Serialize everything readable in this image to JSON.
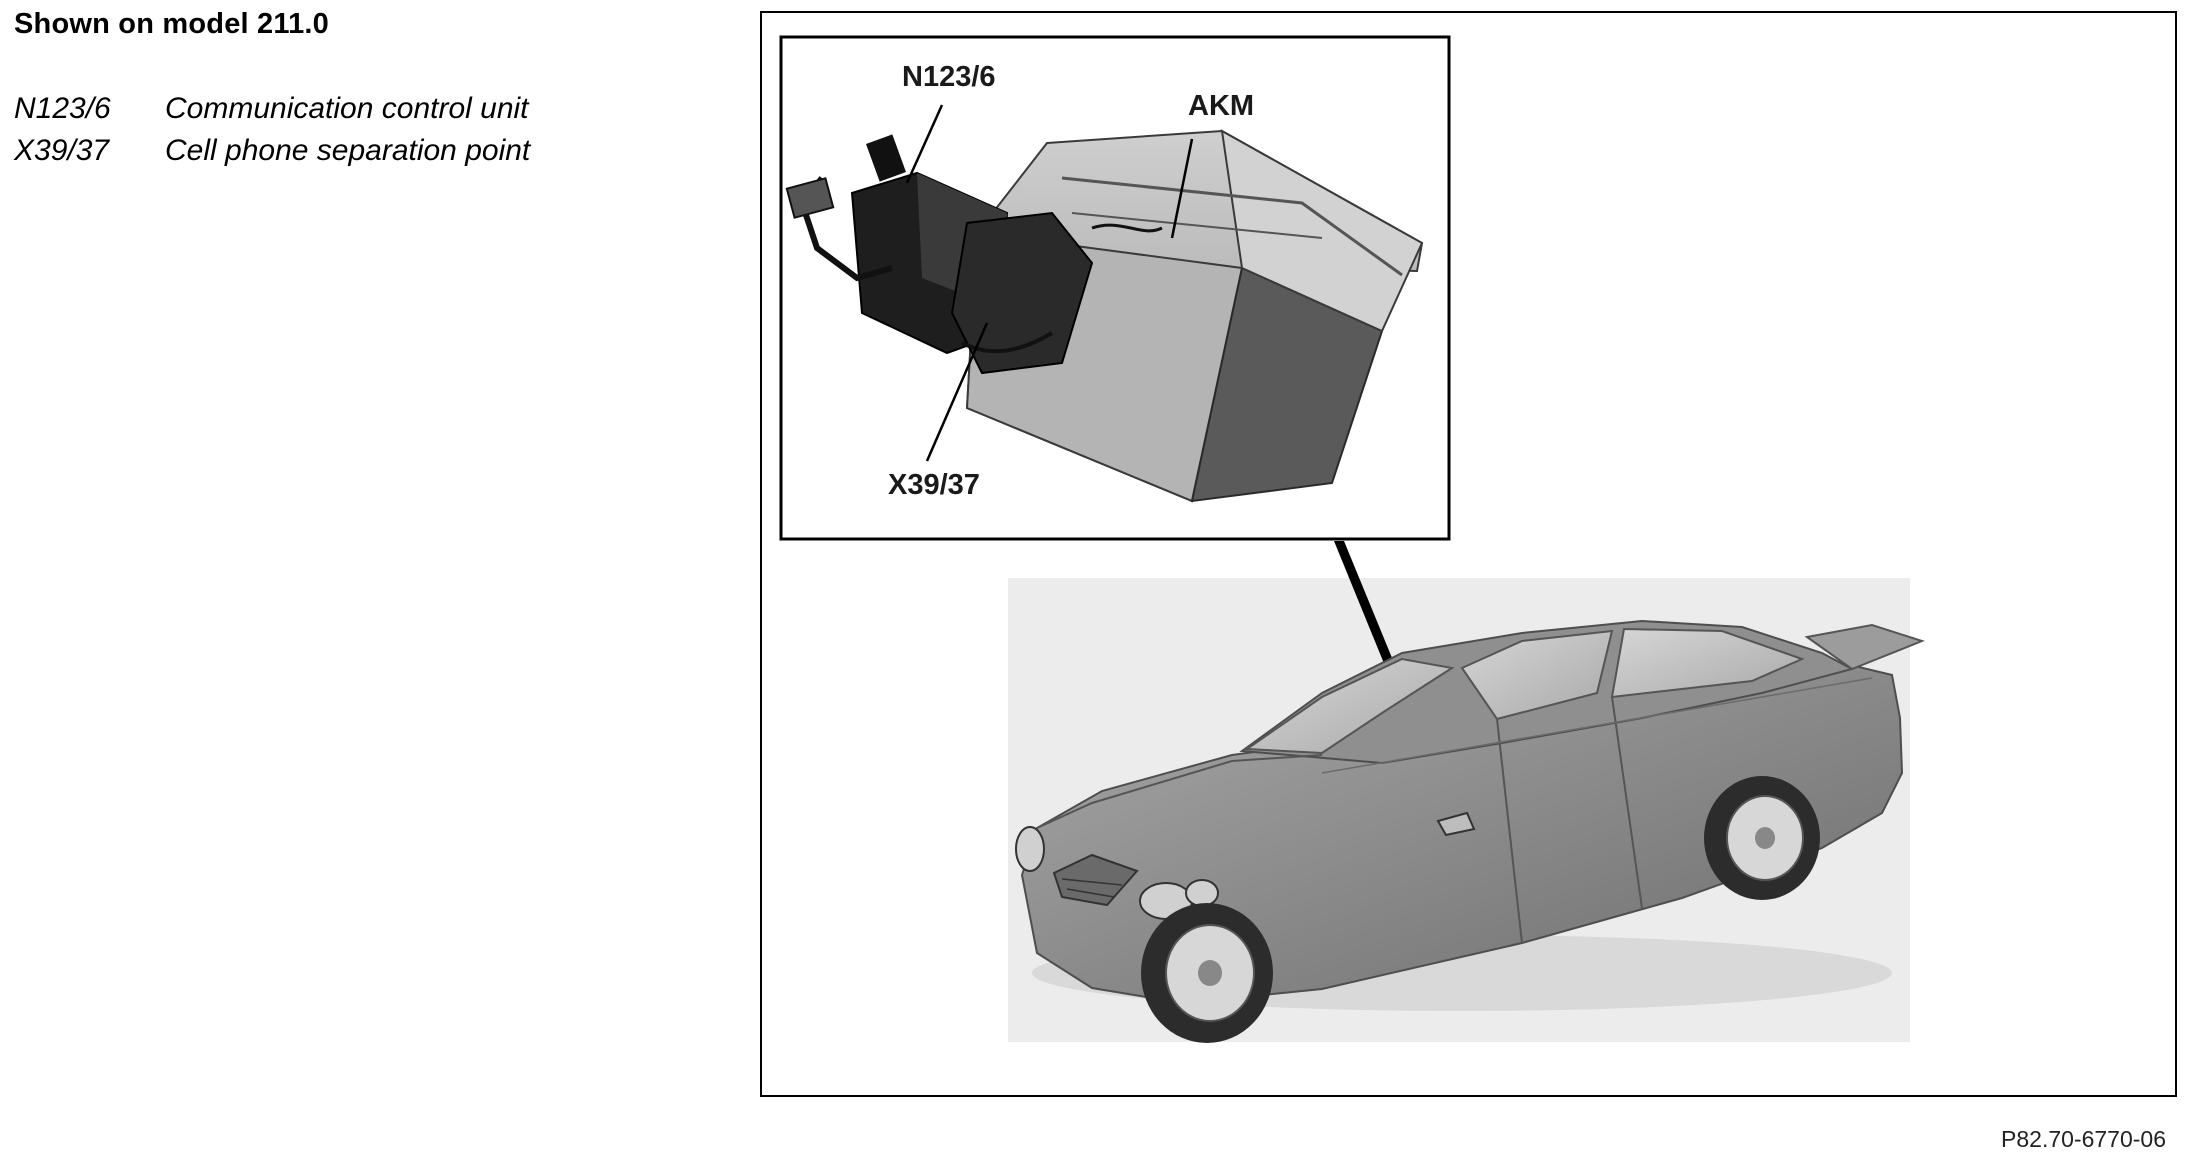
{
  "heading": "Shown on model 211.0",
  "legend": [
    {
      "code": "N123/6",
      "description": "Communication control unit"
    },
    {
      "code": "X39/37",
      "description": "Cell phone separation point"
    }
  ],
  "callouts": {
    "n123": "N123/6",
    "akm": "AKM",
    "x39": "X39/37"
  },
  "reference_code": "P82.70-6770-06"
}
